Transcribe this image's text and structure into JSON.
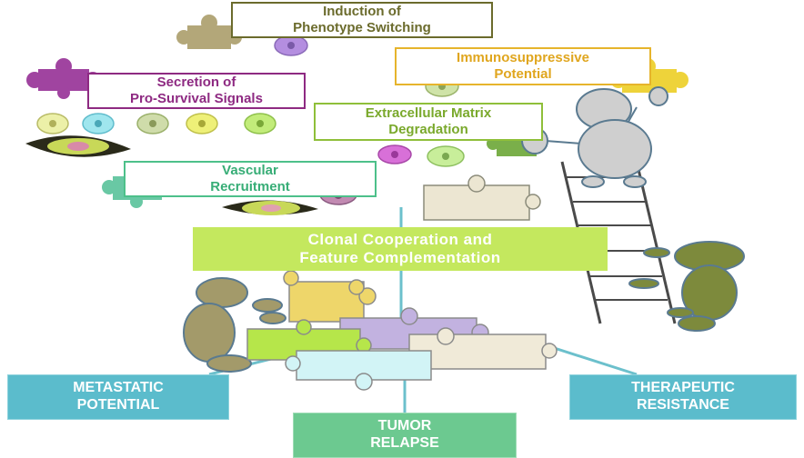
{
  "labels": {
    "induction": [
      "Induction of",
      "Phenotype Switching"
    ],
    "immuno": [
      "Immunosuppressive",
      "Potential"
    ],
    "secretion": [
      "Secretion of",
      "Pro-Survival Signals"
    ],
    "ecm": [
      "Extracellular Matrix",
      "Degradation"
    ],
    "vascular": [
      "Vascular",
      "Recruitment"
    ],
    "clonal": [
      "Clonal Cooperation and",
      "Feature Complementation"
    ],
    "metastatic": [
      "METASTATIC",
      "POTENTIAL"
    ],
    "therapeutic": [
      "THERAPEUTIC",
      "RESISTANCE"
    ],
    "tumor": [
      "TUMOR",
      "RELAPSE"
    ]
  },
  "colors": {
    "induction": "#6b6b2c",
    "immuno": "#e6b42c",
    "secretion": "#8e2a82",
    "ecm": "#8fbf3a",
    "vascular": "#4dc08a",
    "clonal_fill": "#c4e85e",
    "outcome_teal": "#5bbccc",
    "outcome_green": "#6cc990",
    "connector": "#6cc0cc"
  }
}
